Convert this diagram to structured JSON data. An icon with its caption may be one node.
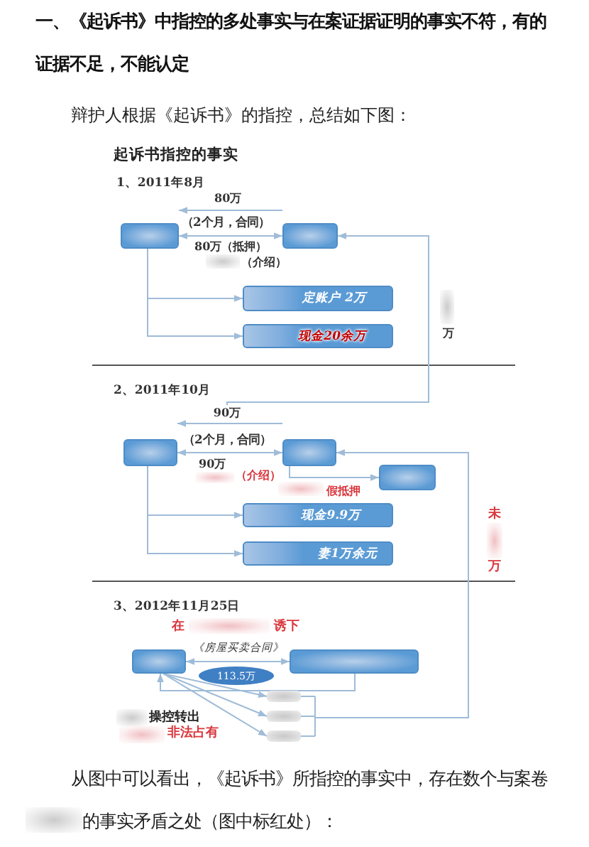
{
  "diagram": {
    "title": "一、《起诉书》中指控的多处事实与在案证据证明的事实不符，有的证据不足，不能认定",
    "nodes": [
      {
        "text": [],
        "shape": "box"
      },
      {
        "text": [],
        "shape": "box"
      },
      {
        "text": [
          "定账户 2万"
        ]
      },
      {
        "text": [
          "现金20余万"
        ]
      },
      {
        "text": [
          "90万"
        ]
      },
      {
        "text": [],
        "shape": "box"
      },
      {
        "text": [],
        "shape": "box"
      },
      {
        "text": [],
        "shape": "box"
      },
      {
        "text": [
          "现金9.9万"
        ]
      },
      {
        "text": [
          "妻1万余元"
        ]
      },
      {
        "text": [],
        "shape": "box"
      },
      {
        "text": [],
        "shape": "box"
      },
      {
        "text": [
          "113.5万"
        ]
      },
      {
        "text": [],
        "shape": "box"
      },
      {
        "text": [],
        "shape": "box"
      },
      {
        "text": [],
        "shape": "box"
      }
    ],
    "edges": [
      {
        "from": 1,
        "to": 0,
        "arrow": "to"
      },
      {
        "from": 0,
        "to": 1,
        "arrow": "both"
      },
      {
        "from": 0,
        "to": 2,
        "arrow": "to"
      },
      {
        "from": 0,
        "to": 3,
        "arrow": "to"
      },
      {
        "from": 4,
        "to": 1,
        "arrow": "to"
      },
      {
        "from": 6,
        "to": 5,
        "arrow": "to"
      },
      {
        "from": 5,
        "to": 6,
        "arrow": "both"
      },
      {
        "from": 6,
        "to": 7,
        "arrow": "to"
      },
      {
        "from": 5,
        "to": 8,
        "arrow": "to"
      },
      {
        "from": 5,
        "to": 9,
        "arrow": "to"
      },
      {
        "from": 13,
        "to": 6,
        "arrow": "to"
      },
      {
        "from": 14,
        "to": 6,
        "arrow": "to"
      },
      {
        "from": 15,
        "to": 6,
        "arrow": "to"
      },
      {
        "from": 10,
        "to": 11,
        "arrow": "both"
      },
      {
        "from": 11,
        "to": 10,
        "arrow": "to"
      },
      {
        "from": 10,
        "to": 13,
        "arrow": "to"
      },
      {
        "from": 10,
        "to": 14,
        "arrow": "to"
      },
      {
        "from": 10,
        "to": 15,
        "arrow": "to"
      }
    ],
    "labels": [
      "辩护人根据《起诉书》的指控，总结如下图：",
      "起诉书指控的事实",
      "1、2011年8月",
      "80万",
      "（2个月，合同）",
      "80万（抵押）",
      "（介绍）",
      "万",
      "2、2011年10月",
      "（2个月，合同）",
      "90万",
      "（介绍）",
      "假抵押",
      "未",
      "万",
      "3、2012年11月25日",
      "在",
      "诱下",
      "《房屋买卖合同》",
      "操控转出",
      "非法占有",
      "从图中可以看出，《起诉书》所指控的事实中，存在数个与案卷",
      "的事实矛盾之处（图中标红处）："
    ]
  }
}
